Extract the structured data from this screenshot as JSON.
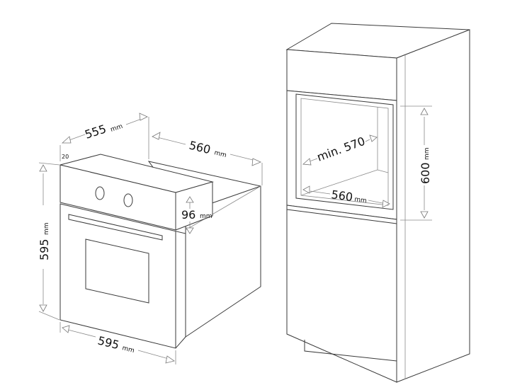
{
  "oven": {
    "width_top": "555",
    "depth": "560",
    "height": "595",
    "width_bottom": "595",
    "panel_height": "96",
    "offset": "20",
    "unit": "mm"
  },
  "cabinet": {
    "min_depth": "min. 570",
    "niche_width": "560",
    "niche_height": "600",
    "unit": "mm"
  }
}
